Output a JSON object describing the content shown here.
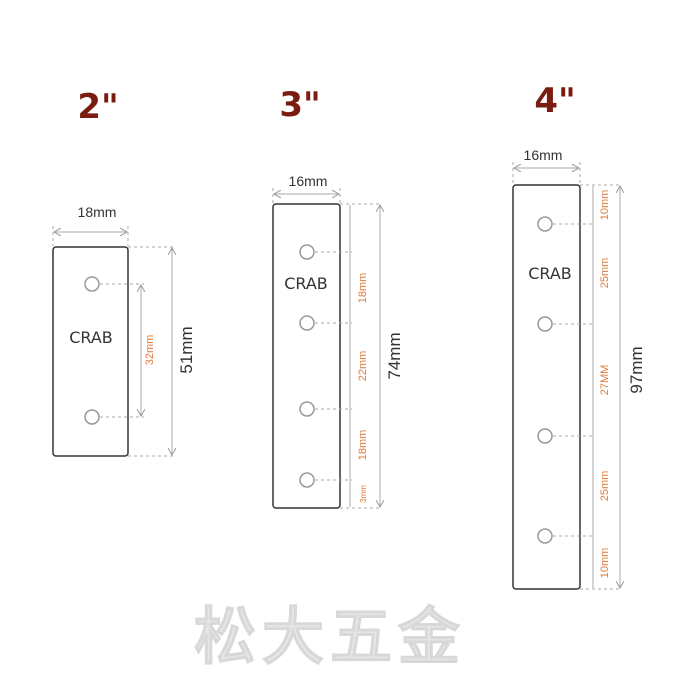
{
  "watermark": "松大五金",
  "colors": {
    "title": "#7a1d10",
    "inner_dim": "#e07b39",
    "outline": "#333333"
  },
  "plates": [
    {
      "title": "2\"",
      "width": "18mm",
      "length": "51mm",
      "brand": "CRAB",
      "holes": 2,
      "spacings": [
        "32mm"
      ]
    },
    {
      "title": "3\"",
      "width": "16mm",
      "length": "74mm",
      "brand": "CRAB",
      "holes": 4,
      "spacings": [
        "18mm",
        "22mm",
        "18mm",
        "3mm"
      ]
    },
    {
      "title": "4\"",
      "width": "16mm",
      "length": "97mm",
      "brand": "CRAB",
      "holes": 4,
      "spacings": [
        "10mm",
        "25mm",
        "27MM",
        "25mm",
        "10mm"
      ]
    }
  ]
}
